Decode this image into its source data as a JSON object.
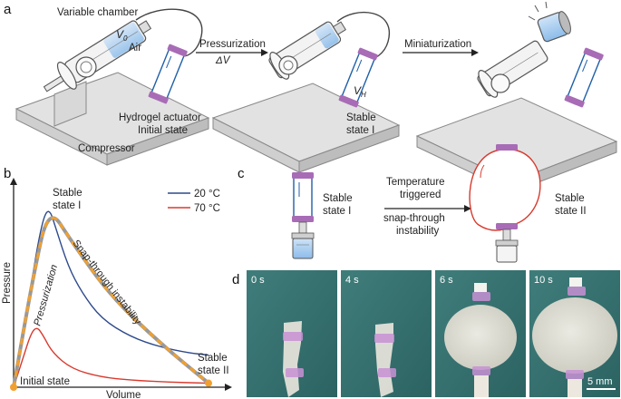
{
  "panel_a": {
    "letter": "a",
    "stage1": {
      "variable_chamber": "Variable chamber",
      "v0": "V",
      "v0_sub": "0",
      "air": "Air",
      "hydrogel": "Hydrogel actuator",
      "initial_state": "Initial state",
      "compressor": "Compressor"
    },
    "arrow1": {
      "label": "Pressurization",
      "sublabel": "ΔV"
    },
    "stage2": {
      "vh": "V",
      "vh_sub": "H",
      "stable": "Stable",
      "state": "state I"
    },
    "arrow2": {
      "label": "Miniaturization"
    }
  },
  "panel_b": {
    "letter": "b",
    "ylabel": "Pressure",
    "xlabel": "Volume",
    "annot_stable1": [
      "Stable",
      "state I"
    ],
    "annot_stable2": [
      "Stable",
      "state II"
    ],
    "annot_initial": "Initial state",
    "annot_pressurization": "Pressurization",
    "annot_snap": "Snap-through instability",
    "legend": [
      {
        "label": "20 °C",
        "color": "#2e4a8c"
      },
      {
        "label": "70 °C",
        "color": "#d83a2e"
      }
    ]
  },
  "chart_data": {
    "type": "line",
    "xlabel": "Volume",
    "ylabel": "Pressure",
    "series": [
      {
        "name": "20 °C",
        "color": "#2e4a8c",
        "x": [
          0.0,
          0.08,
          0.14,
          0.18,
          0.22,
          0.28,
          0.35,
          0.45,
          0.6,
          0.75,
          0.9,
          1.0
        ],
        "y": [
          0.0,
          0.45,
          0.8,
          0.9,
          0.78,
          0.6,
          0.47,
          0.34,
          0.25,
          0.2,
          0.17,
          0.16
        ]
      },
      {
        "name": "70 °C",
        "color": "#d83a2e",
        "x": [
          0.0,
          0.05,
          0.09,
          0.12,
          0.15,
          0.2,
          0.3,
          0.45,
          0.6,
          0.8,
          1.0
        ],
        "y": [
          0.0,
          0.15,
          0.27,
          0.3,
          0.26,
          0.17,
          0.09,
          0.05,
          0.035,
          0.025,
          0.02
        ]
      }
    ],
    "dashed_path": {
      "color": "#f0a030",
      "x": [
        0.0,
        0.1,
        0.18,
        0.3,
        0.5,
        0.75,
        1.0
      ],
      "y": [
        0.0,
        0.55,
        0.9,
        0.72,
        0.45,
        0.22,
        0.02
      ]
    }
  },
  "panel_c": {
    "letter": "c",
    "stable1": [
      "Stable",
      "state I"
    ],
    "arrow": [
      "Temperature",
      "triggered",
      "snap-through",
      "instability"
    ],
    "stable2": [
      "Stable",
      "state II"
    ]
  },
  "panel_d": {
    "letter": "d",
    "times": [
      "0 s",
      "4 s",
      "6 s",
      "10 s"
    ],
    "scale": "5 mm"
  }
}
